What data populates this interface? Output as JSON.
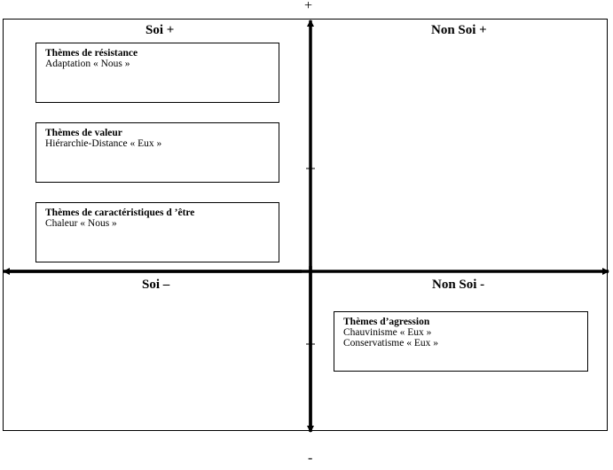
{
  "axis": {
    "top_sign": "+",
    "bottom_sign": "-"
  },
  "quadrants": {
    "top_left": "Soi +",
    "top_right": "Non Soi +",
    "bottom_left": "Soi –",
    "bottom_right": "Non Soi -"
  },
  "boxes": [
    {
      "title": "Thèmes de résistance",
      "lines": [
        "Adaptation « Nous »"
      ]
    },
    {
      "title": "Thèmes de valeur",
      "lines": [
        "Hiérarchie-Distance « Eux »"
      ]
    },
    {
      "title": "Thèmes de caractéristiques d ’être",
      "lines": [
        "Chaleur « Nous »"
      ]
    },
    {
      "title": "Thèmes d’agression",
      "lines": [
        "Chauvinisme « Eux »",
        "Conservatisme « Eux »"
      ]
    }
  ],
  "colors": {
    "ink": "#000000",
    "background": "#ffffff"
  }
}
